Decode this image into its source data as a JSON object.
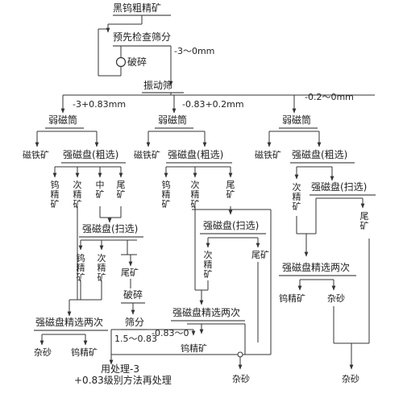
{
  "feed": "黑钨粗精矿",
  "prescreen": "预先检查筛分",
  "prescreen_size": "-3～0mm",
  "crushing": "破碎",
  "vibrating_screen": "振动筛",
  "size_coarse": "-3+0.83mm",
  "size_mid": "-0.83+0.2mm",
  "size_fine": "-0.2～0mm",
  "weak_mag": "弱磁筒",
  "magnetite": "磁铁矿",
  "strong_rough": "强磁盘(粗选)",
  "strong_scav": "强磁盘(扫选)",
  "strong_clean_twice": "强磁盘精选两次",
  "tungsten_conc_v": "钨精矿",
  "middlings_v": "次精矿",
  "middle_v": "中矿",
  "tailings_v": "尾矿",
  "tailings": "尾矿",
  "tungsten_conc": "钨精矿",
  "impurity_sand": "杂砂",
  "crush2": "破碎",
  "screen2": "筛分",
  "size_15_083": "1.5～0.83",
  "size_083_0": "-0.83～0",
  "reprocess_line1": "用处理-3",
  "reprocess_line2": "+0.83级别方法再处理"
}
